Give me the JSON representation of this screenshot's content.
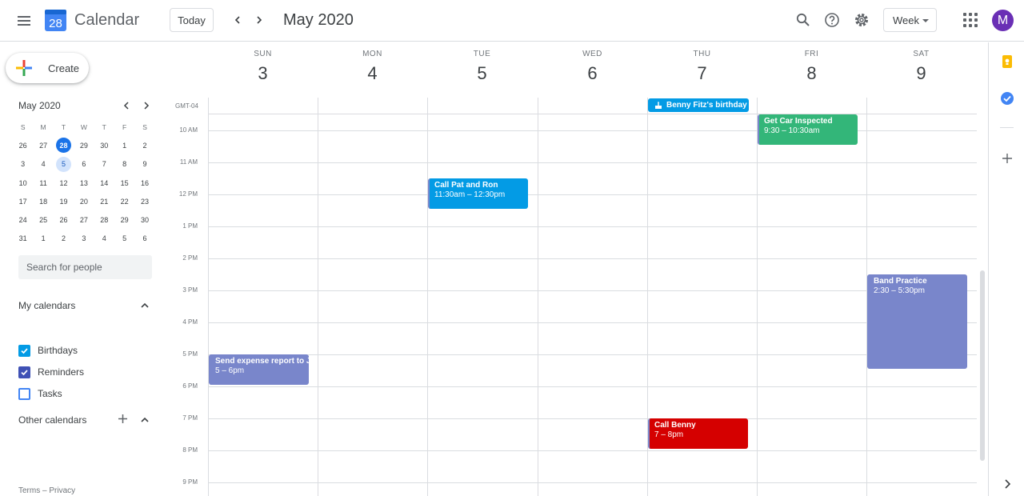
{
  "header": {
    "app_title": "Calendar",
    "logo_day": "28",
    "today_label": "Today",
    "month_title": "May 2020",
    "view_label": "Week",
    "avatar_letter": "M"
  },
  "sidebar": {
    "create_label": "Create",
    "mini_month": "May 2020",
    "mini_dow": [
      "S",
      "M",
      "T",
      "W",
      "T",
      "F",
      "S"
    ],
    "mini_weeks": [
      [
        "26",
        "27",
        "28",
        "29",
        "30",
        "1",
        "2"
      ],
      [
        "3",
        "4",
        "5",
        "6",
        "7",
        "8",
        "9"
      ],
      [
        "10",
        "11",
        "12",
        "13",
        "14",
        "15",
        "16"
      ],
      [
        "17",
        "18",
        "19",
        "20",
        "21",
        "22",
        "23"
      ],
      [
        "24",
        "25",
        "26",
        "27",
        "28",
        "29",
        "30"
      ],
      [
        "31",
        "1",
        "2",
        "3",
        "4",
        "5",
        "6"
      ]
    ],
    "search_placeholder": "Search for people",
    "my_calendars_title": "My calendars",
    "calendars": [
      {
        "label": "Birthdays",
        "checked": true,
        "color": "#039be5"
      },
      {
        "label": "Reminders",
        "checked": true,
        "color": "#3f51b5"
      },
      {
        "label": "Tasks",
        "checked": false,
        "color": "#4285f4"
      }
    ],
    "other_calendars_title": "Other calendars",
    "footer_terms": "Terms",
    "footer_sep": " – ",
    "footer_privacy": "Privacy"
  },
  "week": {
    "days": [
      {
        "dow": "SUN",
        "num": "3"
      },
      {
        "dow": "MON",
        "num": "4"
      },
      {
        "dow": "TUE",
        "num": "5"
      },
      {
        "dow": "WED",
        "num": "6"
      },
      {
        "dow": "THU",
        "num": "7"
      },
      {
        "dow": "FRI",
        "num": "8"
      },
      {
        "dow": "SAT",
        "num": "9"
      }
    ],
    "timezone": "GMT-04",
    "hours": [
      "10 AM",
      "11 AM",
      "12 PM",
      "1 PM",
      "2 PM",
      "3 PM",
      "4 PM",
      "5 PM",
      "6 PM",
      "7 PM",
      "8 PM",
      "9 PM"
    ],
    "allday_event": {
      "title": "Benny Fitz's birthday",
      "color": "#039be5"
    },
    "events": [
      {
        "title": "Get Car Inspected",
        "time": "9:30 – 10:30am",
        "color": "#33b679"
      },
      {
        "title": "Call Pat and Ron",
        "time": "11:30am – 12:30pm",
        "color": "#039be5"
      },
      {
        "title": "Band Practice",
        "time": "2:30 – 5:30pm",
        "color": "#7986cb"
      },
      {
        "title": "Send expense report to Jim",
        "time": "5 – 6pm",
        "color": "#7986cb"
      },
      {
        "title": "Call Benny",
        "time": "7 – 8pm",
        "color": "#d50000"
      }
    ]
  }
}
